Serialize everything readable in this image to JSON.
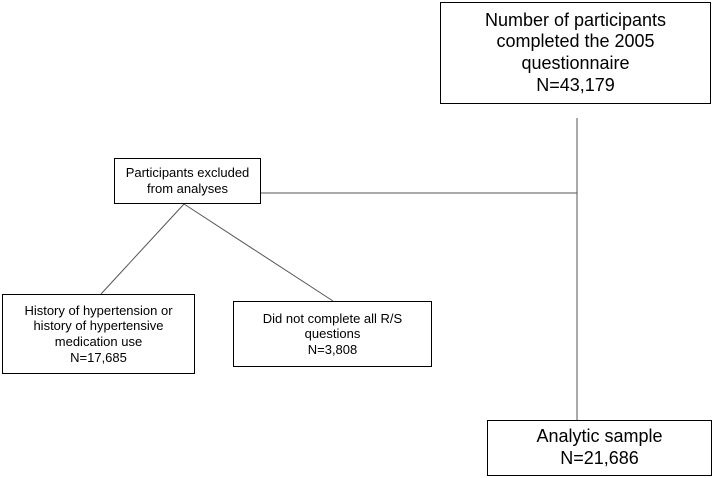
{
  "boxes": {
    "participants": {
      "lines": [
        "Number of participants",
        "completed the 2005",
        "questionnaire",
        "N=43,179"
      ]
    },
    "excluded": {
      "lines": [
        "Participants excluded",
        "from analyses"
      ]
    },
    "hypertension": {
      "lines": [
        "History of hypertension or",
        "history of hypertensive",
        "medication use",
        "N=17,685"
      ]
    },
    "incomplete_rs": {
      "lines": [
        "Did not complete all R/S",
        "questions",
        "N=3,808"
      ]
    },
    "analytic": {
      "lines": [
        "Analytic sample",
        "N=21,686"
      ]
    }
  },
  "colors": {
    "border": "#000000",
    "line": "#555555",
    "background": "#ffffff"
  }
}
